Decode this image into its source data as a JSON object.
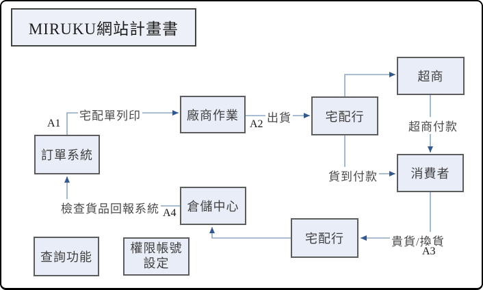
{
  "title": "MIRUKU網站計畫書",
  "colors": {
    "box_fill": "#e9edf7",
    "box_border": "#5c5c5c",
    "connector_line": "#8ea6c4",
    "arrowhead": "#34598c",
    "frame": "#000000",
    "box_text": "#3f3f3f"
  },
  "nodes": [
    {
      "id": "order-system",
      "label": "訂單系統"
    },
    {
      "id": "vendor-operations",
      "label": "廠商作業"
    },
    {
      "id": "delivery-company-top",
      "label": "宅配行"
    },
    {
      "id": "convenience-store",
      "label": "超商"
    },
    {
      "id": "consumer",
      "label": "消費者"
    },
    {
      "id": "warehouse-center",
      "label": "倉儲中心"
    },
    {
      "id": "delivery-company-bottom",
      "label": "宅配行"
    },
    {
      "id": "query-function",
      "label": "查詢功能"
    },
    {
      "id": "permission-account-settings",
      "label": "權限帳號設定"
    }
  ],
  "edges": [
    {
      "from": "order-system",
      "to": "vendor-operations",
      "label": "宅配單列印",
      "tag": "A1"
    },
    {
      "from": "vendor-operations",
      "to": "delivery-company-top",
      "label": "出貨",
      "tag": "A2"
    },
    {
      "from": "delivery-company-top",
      "to": "convenience-store",
      "label": "",
      "tag": ""
    },
    {
      "from": "convenience-store",
      "to": "consumer",
      "label": "超商付款",
      "tag": ""
    },
    {
      "from": "delivery-company-top",
      "to": "consumer",
      "label": "貨到付款",
      "tag": ""
    },
    {
      "from": "consumer",
      "to": "delivery-company-bottom",
      "label": "貴貨/換貨",
      "tag": "A3"
    },
    {
      "from": "delivery-company-bottom",
      "to": "warehouse-center",
      "label": "",
      "tag": ""
    },
    {
      "from": "warehouse-center",
      "to": "order-system",
      "label": "檢查貨品回報系統",
      "tag": "A4"
    }
  ]
}
